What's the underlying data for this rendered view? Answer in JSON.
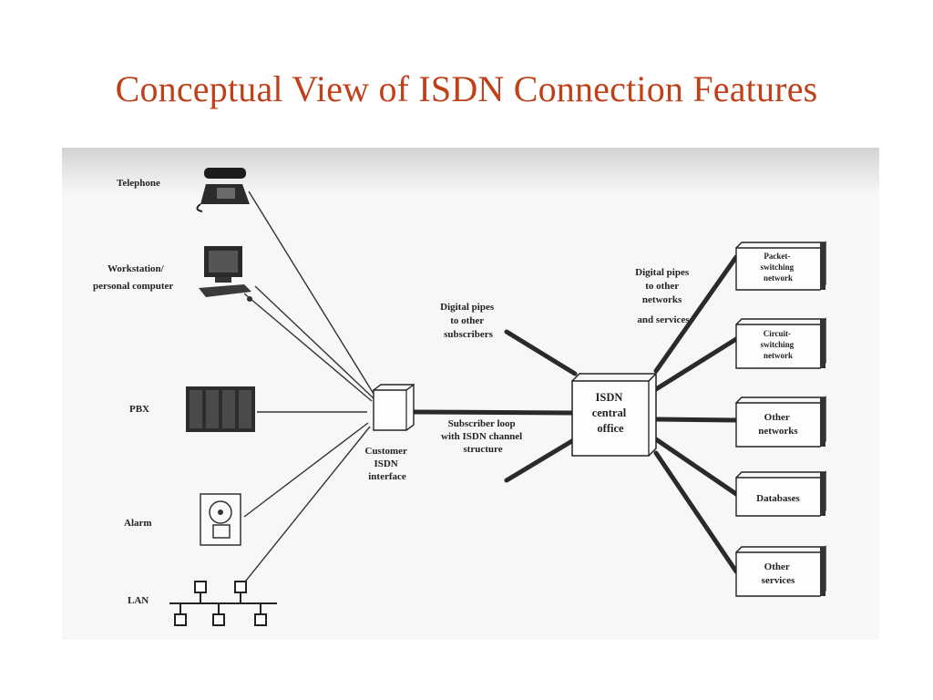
{
  "title": "Conceptual View of ISDN Connection Features",
  "devices": {
    "telephone": "Telephone",
    "workstation_line1": "Workstation/",
    "workstation_line2": "personal computer",
    "pbx": "PBX",
    "alarm": "Alarm",
    "lan": "LAN"
  },
  "customer_interface": [
    "Customer",
    "ISDN",
    "interface"
  ],
  "subscriber_pipes": [
    "Digital pipes",
    "to other",
    "subscribers"
  ],
  "subscriber_loop": [
    "Subscriber loop",
    "with ISDN channel",
    "structure"
  ],
  "central_office": [
    "ISDN",
    "central",
    "office"
  ],
  "network_pipes": [
    "Digital pipes",
    "to other",
    "networks",
    "and services"
  ],
  "networks": {
    "packet": [
      "Packet-",
      "switching",
      "network"
    ],
    "circuit": [
      "Circuit-",
      "switching",
      "network"
    ],
    "other_networks": [
      "Other",
      "networks"
    ],
    "databases": [
      "Databases"
    ],
    "other_services": [
      "Other",
      "services"
    ]
  }
}
